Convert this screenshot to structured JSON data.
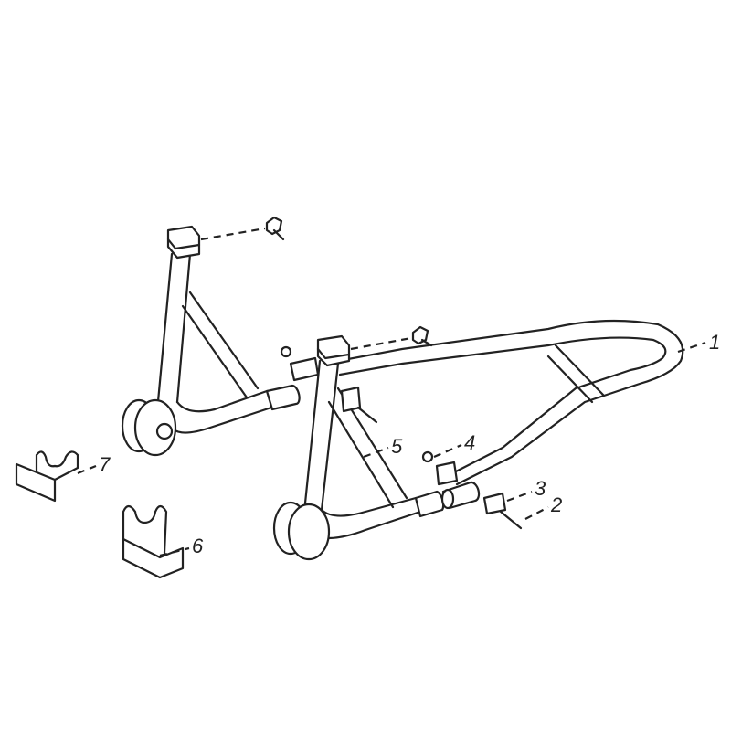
{
  "diagram": {
    "part_labels": [
      {
        "id": "1",
        "text": "1"
      },
      {
        "id": "2",
        "text": "2"
      },
      {
        "id": "3",
        "text": "3"
      },
      {
        "id": "4",
        "text": "4"
      },
      {
        "id": "5",
        "text": "5"
      },
      {
        "id": "6",
        "text": "6"
      },
      {
        "id": "7",
        "text": "7"
      }
    ],
    "line_color": "#222222"
  }
}
